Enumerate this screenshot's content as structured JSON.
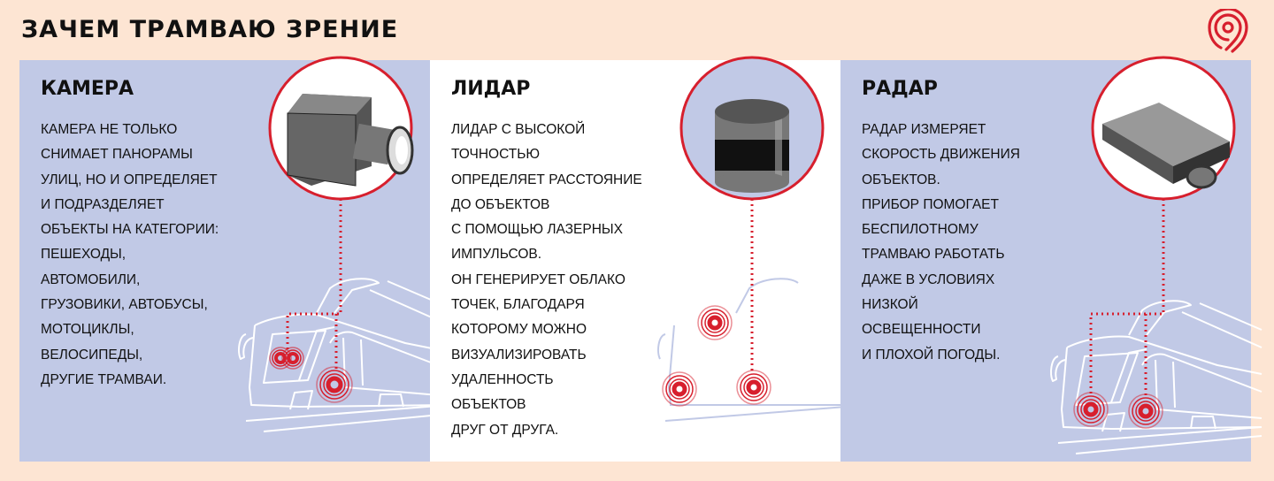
{
  "title": "ЗАЧЕМ ТРАМВАЮ ЗРЕНИЕ",
  "colors": {
    "background": "#fde5d3",
    "panel": "#c1c9e6",
    "accent": "#d71f2d"
  },
  "panels": [
    {
      "heading": "КАМЕРА",
      "lines": [
        "КАМЕРА НЕ ТОЛЬКО",
        "СНИМАЕТ ПАНОРАМЫ",
        "УЛИЦ, НО И ОПРЕДЕЛЯЕТ",
        "И ПОДРАЗДЕЛЯЕТ",
        "ОБЪЕКТЫ НА КАТЕГОРИИ:",
        "ПЕШЕХОДЫ,",
        "АВТОМОБИЛИ,",
        "ГРУЗОВИКИ, АВТОБУСЫ,",
        "МОТОЦИКЛЫ,",
        "ВЕЛОСИПЕДЫ,",
        "ДРУГИЕ ТРАМВАИ."
      ],
      "icon": "camera-icon"
    },
    {
      "heading": "ЛИДАР",
      "lines": [
        "ЛИДАР С ВЫСОКОЙ",
        "ТОЧНОСТЬЮ",
        "ОПРЕДЕЛЯЕТ РАССТОЯНИЕ",
        "ДО ОБЪЕКТОВ",
        "С ПОМОЩЬЮ ЛАЗЕРНЫХ",
        "ИМПУЛЬСОВ.",
        "ОН ГЕНЕРИРУЕТ ОБЛАКО",
        "ТОЧЕК, БЛАГОДАРЯ",
        "КОТОРОМУ МОЖНО",
        "ВИЗУАЛИЗИРОВАТЬ",
        "УДАЛЕННОСТЬ",
        "ОБЪЕКТОВ",
        "ДРУГ ОТ ДРУГА."
      ],
      "icon": "lidar-icon"
    },
    {
      "heading": "РАДАР",
      "lines": [
        "РАДАР ИЗМЕРЯЕТ",
        "СКОРОСТЬ ДВИЖЕНИЯ",
        "ОБЪЕКТОВ.",
        "ПРИБОР ПОМОГАЕТ",
        "БЕСПИЛОТНОМУ",
        "ТРАМВАЮ РАБОТАТЬ",
        "ДАЖЕ В УСЛОВИЯХ",
        "НИЗКОЙ",
        "ОСВЕЩЕННОСТИ",
        "И ПЛОХОЙ ПОГОДЫ."
      ],
      "icon": "radar-icon"
    }
  ]
}
